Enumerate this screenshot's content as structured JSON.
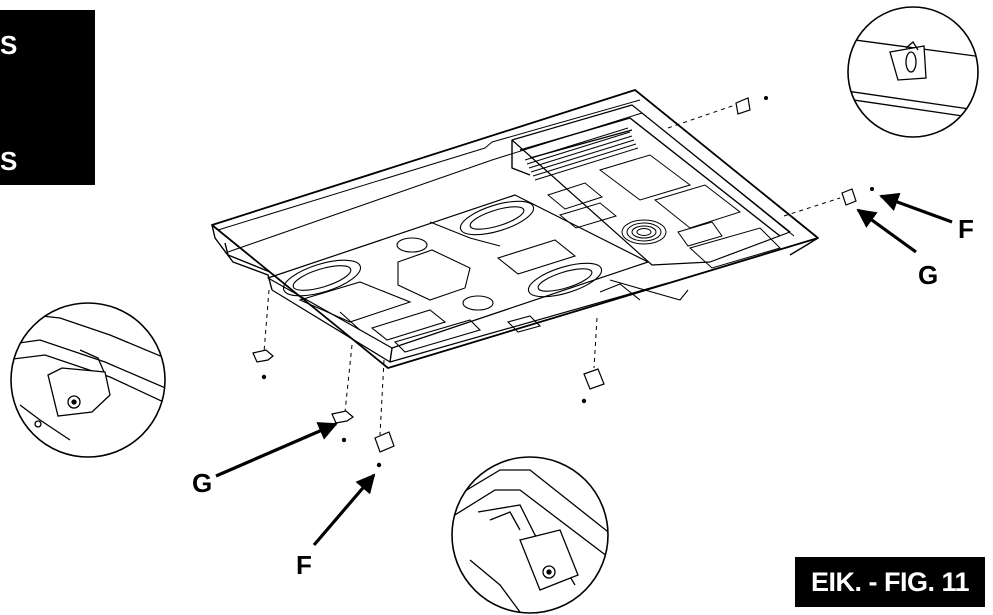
{
  "corner_tab": {
    "lines": [
      "S",
      "S"
    ],
    "background": "#000000",
    "text_color": "#ffffff"
  },
  "figure_label": "EIK. - FIG. 11",
  "callouts": {
    "right_f": "F",
    "right_g": "G",
    "left_g": "G",
    "bottom_f": "F"
  },
  "colors": {
    "line": "#000000",
    "fill": "#ffffff"
  }
}
